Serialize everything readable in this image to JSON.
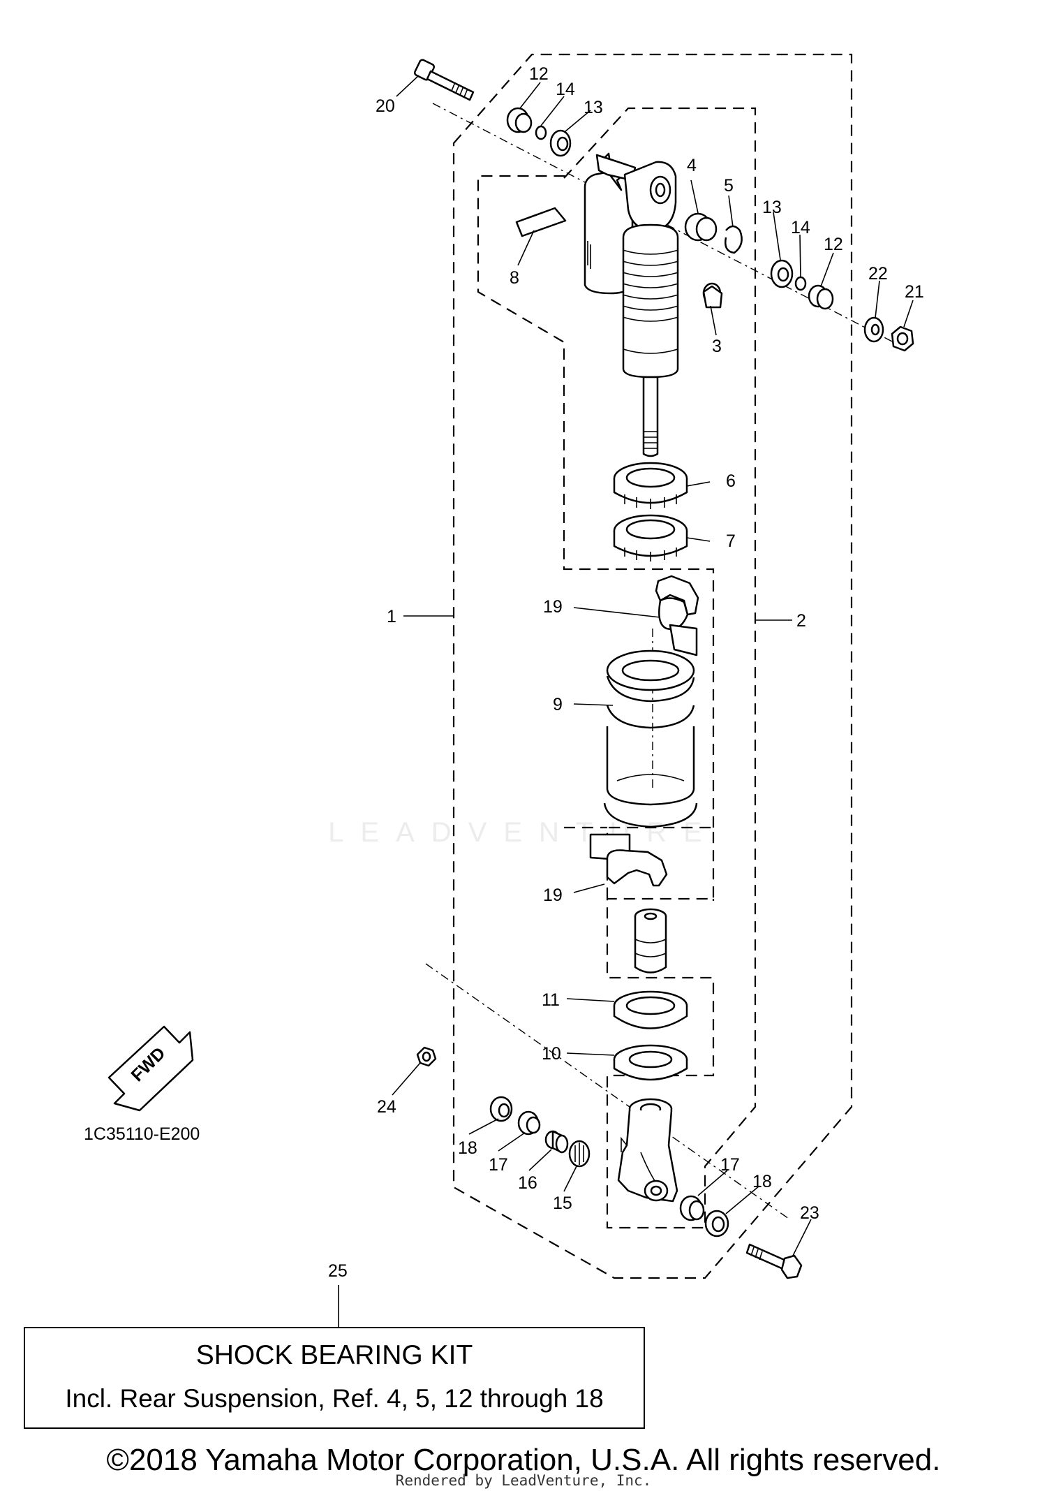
{
  "diagram_code": "1C35110-E200",
  "fwd_arrow_label": "FWD",
  "callouts": [
    "1",
    "2",
    "3",
    "4",
    "5",
    "6",
    "7",
    "8",
    "9",
    "10",
    "11",
    "12",
    "12",
    "13",
    "13",
    "14",
    "14",
    "15",
    "16",
    "17",
    "17",
    "18",
    "18",
    "19",
    "19",
    "20",
    "21",
    "22",
    "23",
    "24",
    "25"
  ],
  "kit": {
    "title": "SHOCK BEARING KIT",
    "description": "Incl. Rear Suspension, Ref.  4, 5, 12 through 18"
  },
  "watermark": "LEADVENTURE",
  "copyright": "©2018 Yamaha Motor Corporation, U.S.A. All rights reserved.",
  "rendered_by": "Rendered by LeadVenture, Inc."
}
